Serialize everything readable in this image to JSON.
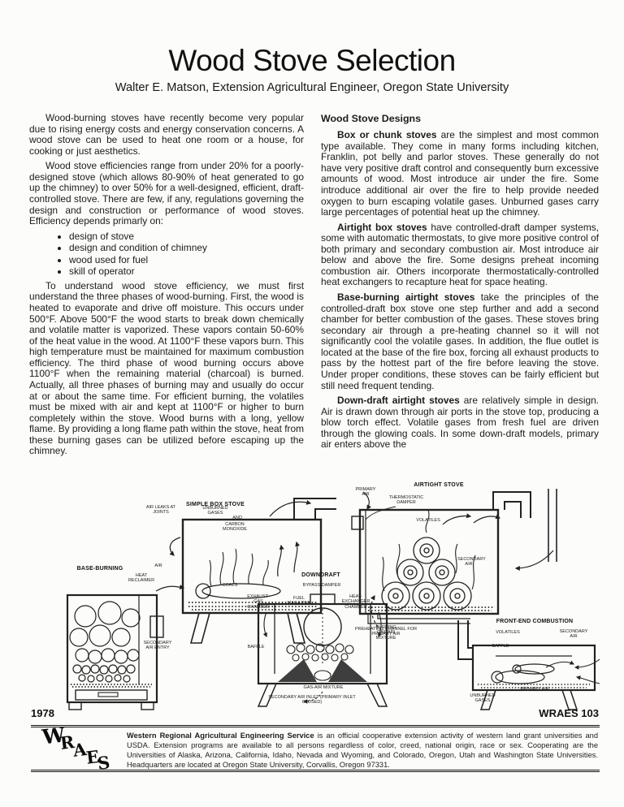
{
  "page": {
    "title": "Wood Stove Selection",
    "byline": "Walter E. Matson, Extension Agricultural Engineer, Oregon State University"
  },
  "left_column": {
    "para1": "Wood-burning stoves have recently become very popular due to rising energy costs and energy conservation concerns. A wood stove can be used to heat one room or a house, for cooking or just aesthetics.",
    "para2": "Wood stove efficiencies range from under 20% for a poorly-designed stove (which allows 80-90% of heat generated to go up the chimney) to over 50% for a well-designed, efficient, draft-controlled stove. There are few, if any, regulations governing the design and construction or performance of wood stoves. Efficiency depends primarly on:",
    "bullets": [
      "design of stove",
      "design and condition of chimney",
      "wood used for fuel",
      "skill of operator"
    ],
    "para3": "To understand wood stove efficiency, we must first understand the three phases of wood-burning. First, the wood is heated to evaporate and drive off moisture. This occurs under 500°F. Above 500°F the wood starts to break down chemically and volatile matter is vaporized. These vapors contain 50-60% of the heat value in the wood. At 1100°F these vapors burn. This high temperature must be maintained for maximum combustion efficiency. The third phase of wood burning occurs above 1100°F when the remaining material (charcoal) is burned. Actually, all three phases of burning may and usually do occur at or about the same time. For efficient burning, the volatiles must be mixed with air and kept at 1100°F or higher to burn completely within the stove. Wood burns with a long, yellow flame. By providing a long flame path within the stove, heat from these burning gases can be utilized before escaping up the chimney."
  },
  "right_column": {
    "heading": "Wood Stove Designs",
    "p1_lead": "Box or chunk stoves",
    "p1_rest": " are the simplest and most common type available. They come in many forms including kitchen, Franklin, pot belly and parlor stoves. These generally do not have very positive draft control and consequently burn excessive amounts of wood. Most introduce air under the fire. Some introduce additional air over the fire to help provide needed oxygen to burn escaping volatile gases. Unburned gases carry large percentages of potential heat up the chimney.",
    "p2_lead": "Airtight box stoves",
    "p2_rest": " have controlled-draft damper systems, some with automatic thermostats, to give more positive control of both primary and secondary combustion air. Most introduce air below and above the fire. Some designs preheat incoming combustion air. Others incorporate thermostatically-controlled heat exchangers to recapture heat for space heating.",
    "p3_lead": "Base-burning airtight stoves",
    "p3_rest": " take the principles of the controlled-draft box stove one step further and add a second chamber for better combustion of the gases. These stoves bring secondary air through a pre-heating channel so it will not significantly cool the volatile gases. In addition, the flue outlet is located at the base of the fire box, forcing all exhaust products to pass by the hottest part of the fire before leaving the stove. Under proper conditions, these stoves can be fairly efficient but still need frequent tending.",
    "p4_lead": "Down-draft airtight stoves",
    "p4_rest": " are relatively simple in design. Air is drawn down through air ports in the stove top, producing a blow torch effect. Volatile gases from fresh fuel are driven through the glowing coals. In some down-draft models, primary air enters above the"
  },
  "diagrams": {
    "simple_box": {
      "title": "SIMPLE BOX STOVE",
      "air_leaks": "AIR LEAKS AT JOINTS",
      "unburned_gases": "UNBURNED GASES",
      "and_word": "AND",
      "carbon_monoxide": "CARBON MONOXIDE",
      "air": "AIR",
      "coals": "COALS"
    },
    "airtight": {
      "title": "AIRTIGHT STOVE",
      "primary_air": "PRIMARY AIR",
      "thermostatic_damper": "THERMOSTATIC DAMPER",
      "volatiles": "VOLATILES",
      "secondary_air": "SECONDARY AIR",
      "preheating_channel": "PREHEATING CHANNEL FOR PRIMARY AIR"
    },
    "base_burning": {
      "title": "BASE-BURNING",
      "heat_reclaimer": "HEAT RECLAIMER",
      "secondary_air_entry": "SECONDARY AIR ENTRY"
    },
    "downdraft": {
      "title": "DOWNDRAFT",
      "bypass_damper": "BYPASS DAMPER",
      "exhaust_gas_chamber": "EXHAUST-GAS CHAMBER",
      "fuel_magazine": "FUEL MAGAZINE",
      "heat_exchanger_chamber": "HEAT-EXCHANGER CHAMBER",
      "baffle": "BAFFLE",
      "burning_mixture": "BURNING GAS/AIR MIXTURE",
      "gas_air_mixture": "GAS-AIR MIXTURE",
      "secondary_air_inlet": "SECONDARY AIR INLET (PRIMARY INLET CLOSED)"
    },
    "front_end": {
      "title": "FRONT-END COMBUSTION",
      "volatiles": "VOLATILES",
      "secondary_air": "SECONDARY AIR",
      "baffle": "BAFFLE",
      "primary_air": "PRIMARY AIR",
      "unburned_gases": "UNBURNED GASES"
    }
  },
  "footer": {
    "year": "1978",
    "doc_number": "WRAES 103",
    "logo_letters": [
      "W",
      "R",
      "A",
      "E",
      "S"
    ],
    "org_name": "Western Regional Agricultural Engineering Service",
    "text": " is an official cooperative extension activity of western land grant universities and USDA. Extension programs are available to all persons regardless of color, creed, national origin, race or sex. Cooperating are the Universities of Alaska, Arizona, California, Idaho, Nevada and Wyoming, and Colorado, Oregon, Utah and Washington State Universities. Headquarters are located at Oregon State University, Corvallis, Oregon 97331."
  }
}
